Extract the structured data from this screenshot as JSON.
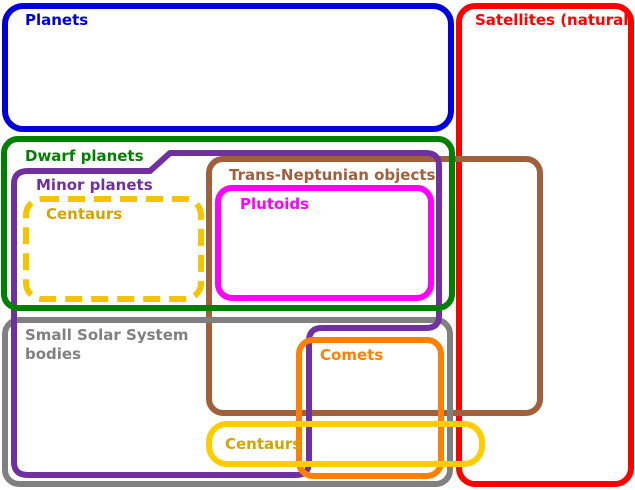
{
  "diagram": {
    "labels": {
      "planets": "Planets",
      "satellites": "Satellites (natural)",
      "dwarf_planets": "Dwarf planets",
      "minor_planets": "Minor planets",
      "trans_neptunian": "Trans-Neptunian objects",
      "centaurs_dashed": "Centaurs",
      "plutoids": "Plutoids",
      "small_bodies_line1": "Small Solar System",
      "small_bodies_line2": "bodies",
      "comets": "Comets",
      "centaurs_solid": "Centaurs"
    },
    "colors": {
      "planets": "#0000dd",
      "satellites": "#ff0000",
      "dwarf_planets": "#008000",
      "minor_planets": "#7030a0",
      "trans_neptunian": "#a0603c",
      "centaurs": "#f5c400",
      "centaurs_text": "#d4a400",
      "plutoids": "#ff00ff",
      "small_bodies": "#808080",
      "comets": "#ff8000"
    }
  }
}
